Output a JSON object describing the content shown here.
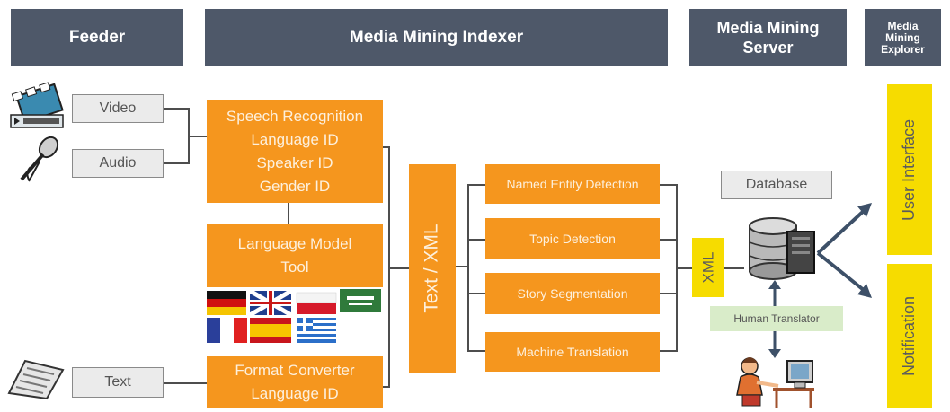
{
  "headers": {
    "feeder": "Feeder",
    "indexer": "Media Mining Indexer",
    "server": [
      "Media Mining",
      "Server"
    ],
    "explorer": [
      "Media",
      "Mining",
      "Explorer"
    ]
  },
  "inputs": {
    "video": "Video",
    "audio": "Audio",
    "text": "Text"
  },
  "speech_box": [
    "Speech Recognition",
    "Language ID",
    "Speaker ID",
    "Gender ID"
  ],
  "lm_box": [
    "Language Model",
    "Tool"
  ],
  "format_box": [
    "Format Converter",
    "Language ID"
  ],
  "text_xml": "Text / XML",
  "modules": [
    "Named Entity Detection",
    "Topic Detection",
    "Story Segmentation",
    "Machine Translation"
  ],
  "xml": "XML",
  "database": "Database",
  "human_translator": "Human Translator",
  "outputs": {
    "user_interface": "User Interface",
    "notification": "Notification"
  },
  "colors": {
    "header": "#4e5869",
    "orange": "#f5961e",
    "yellow": "#f6dc00",
    "gray_box": "#ebebeb",
    "translator": "#d9ecc9"
  }
}
